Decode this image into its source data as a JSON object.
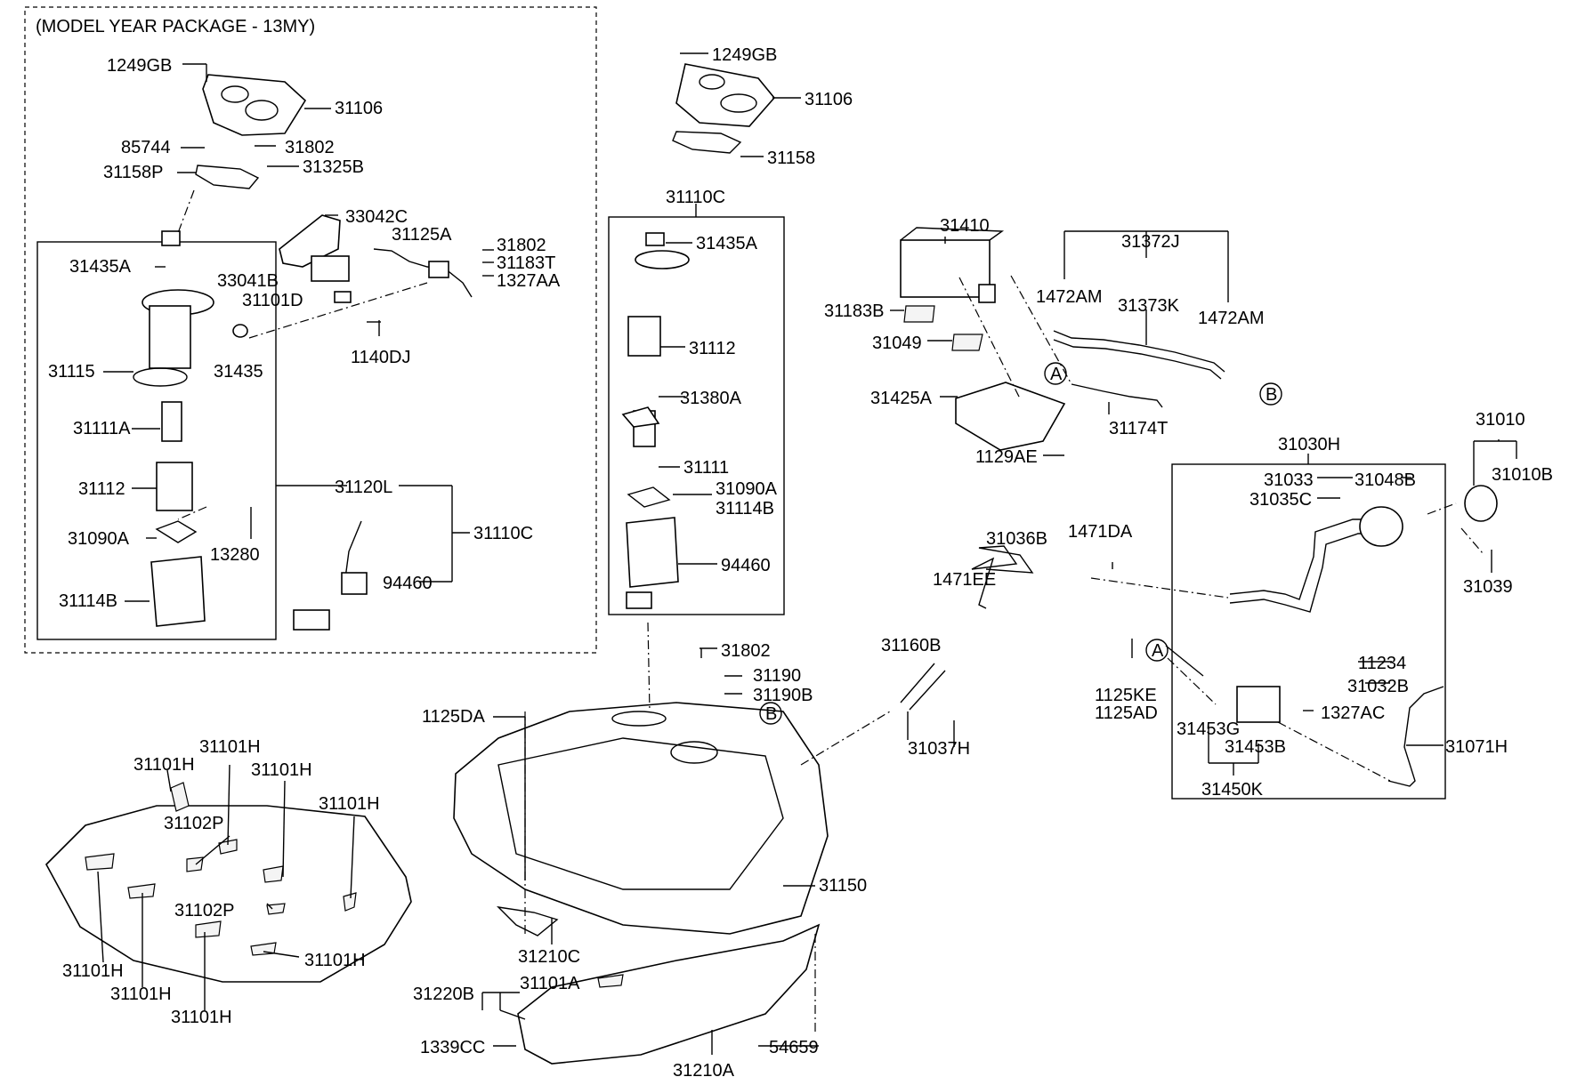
{
  "diagram": {
    "package_label": "(MODEL YEAR PACKAGE - 13MY)",
    "callouts": [
      {
        "id": "c01",
        "text": "1249GB"
      },
      {
        "id": "c02",
        "text": "31106"
      },
      {
        "id": "c03",
        "text": "85744"
      },
      {
        "id": "c04",
        "text": "31802"
      },
      {
        "id": "c05",
        "text": "31158P"
      },
      {
        "id": "c06",
        "text": "31325B"
      },
      {
        "id": "c07",
        "text": "33042C"
      },
      {
        "id": "c08",
        "text": "31125A"
      },
      {
        "id": "c09",
        "text": "31802"
      },
      {
        "id": "c10",
        "text": "31183T"
      },
      {
        "id": "c11",
        "text": "1327AA"
      },
      {
        "id": "c12",
        "text": "31435A"
      },
      {
        "id": "c13",
        "text": "33041B"
      },
      {
        "id": "c14",
        "text": "31101D"
      },
      {
        "id": "c15",
        "text": "1140DJ"
      },
      {
        "id": "c16",
        "text": "31115"
      },
      {
        "id": "c17",
        "text": "31435"
      },
      {
        "id": "c18",
        "text": "31111A"
      },
      {
        "id": "c19",
        "text": "31112"
      },
      {
        "id": "c20",
        "text": "31120L"
      },
      {
        "id": "c21",
        "text": "31090A"
      },
      {
        "id": "c22",
        "text": "13280"
      },
      {
        "id": "c23",
        "text": "31110C"
      },
      {
        "id": "c24",
        "text": "94460"
      },
      {
        "id": "c25",
        "text": "31114B"
      },
      {
        "id": "c26",
        "text": "1249GB"
      },
      {
        "id": "c27",
        "text": "31106"
      },
      {
        "id": "c28",
        "text": "31158"
      },
      {
        "id": "c29",
        "text": "31110C"
      },
      {
        "id": "c30",
        "text": "31435A"
      },
      {
        "id": "c31",
        "text": "31112"
      },
      {
        "id": "c32",
        "text": "31380A"
      },
      {
        "id": "c33",
        "text": "31111"
      },
      {
        "id": "c34",
        "text": "31090A"
      },
      {
        "id": "c35",
        "text": "31114B"
      },
      {
        "id": "c36",
        "text": "94460"
      },
      {
        "id": "c37",
        "text": "31410"
      },
      {
        "id": "c38",
        "text": "31372J"
      },
      {
        "id": "c39",
        "text": "1472AM"
      },
      {
        "id": "c40",
        "text": "31373K"
      },
      {
        "id": "c41",
        "text": "1472AM"
      },
      {
        "id": "c42",
        "text": "31183B"
      },
      {
        "id": "c43",
        "text": "31049"
      },
      {
        "id": "c44",
        "text": "31425A"
      },
      {
        "id": "c45",
        "text": "31174T"
      },
      {
        "id": "c46",
        "text": "1129AE"
      },
      {
        "id": "c47",
        "text": "31010"
      },
      {
        "id": "c48",
        "text": "31030H"
      },
      {
        "id": "c49",
        "text": "31033"
      },
      {
        "id": "c50",
        "text": "31048B"
      },
      {
        "id": "c51",
        "text": "31010B"
      },
      {
        "id": "c52",
        "text": "31035C"
      },
      {
        "id": "c53",
        "text": "31036B"
      },
      {
        "id": "c54",
        "text": "1471DA"
      },
      {
        "id": "c55",
        "text": "31039"
      },
      {
        "id": "c56",
        "text": "1471EE"
      },
      {
        "id": "c57",
        "text": "31160B"
      },
      {
        "id": "c58",
        "text": "11234"
      },
      {
        "id": "c59",
        "text": "31032B"
      },
      {
        "id": "c60",
        "text": "1125KE"
      },
      {
        "id": "c61",
        "text": "1125AD"
      },
      {
        "id": "c62",
        "text": "1327AC"
      },
      {
        "id": "c63",
        "text": "31453G"
      },
      {
        "id": "c64",
        "text": "31453B"
      },
      {
        "id": "c65",
        "text": "31071H"
      },
      {
        "id": "c66",
        "text": "31450K"
      },
      {
        "id": "c67",
        "text": "31802"
      },
      {
        "id": "c68",
        "text": "31190"
      },
      {
        "id": "c69",
        "text": "31190B"
      },
      {
        "id": "c70",
        "text": "1125DA"
      },
      {
        "id": "c71",
        "text": "31037H"
      },
      {
        "id": "c72",
        "text": "31101H"
      },
      {
        "id": "c73",
        "text": "31101H"
      },
      {
        "id": "c74",
        "text": "31101H"
      },
      {
        "id": "c75",
        "text": "31101H"
      },
      {
        "id": "c76",
        "text": "31102P"
      },
      {
        "id": "c77",
        "text": "31102P"
      },
      {
        "id": "c78",
        "text": "31101H"
      },
      {
        "id": "c79",
        "text": "31101H"
      },
      {
        "id": "c80",
        "text": "31101H"
      },
      {
        "id": "c81",
        "text": "31101H"
      },
      {
        "id": "c82",
        "text": "31150"
      },
      {
        "id": "c83",
        "text": "31210C"
      },
      {
        "id": "c84",
        "text": "31220B"
      },
      {
        "id": "c85",
        "text": "31101A"
      },
      {
        "id": "c86",
        "text": "1339CC"
      },
      {
        "id": "c87",
        "text": "54659"
      },
      {
        "id": "c88",
        "text": "31210A"
      }
    ],
    "markers": [
      {
        "id": "m1",
        "text": "A"
      },
      {
        "id": "m2",
        "text": "B"
      },
      {
        "id": "m3",
        "text": "A"
      },
      {
        "id": "m4",
        "text": "B"
      }
    ]
  }
}
